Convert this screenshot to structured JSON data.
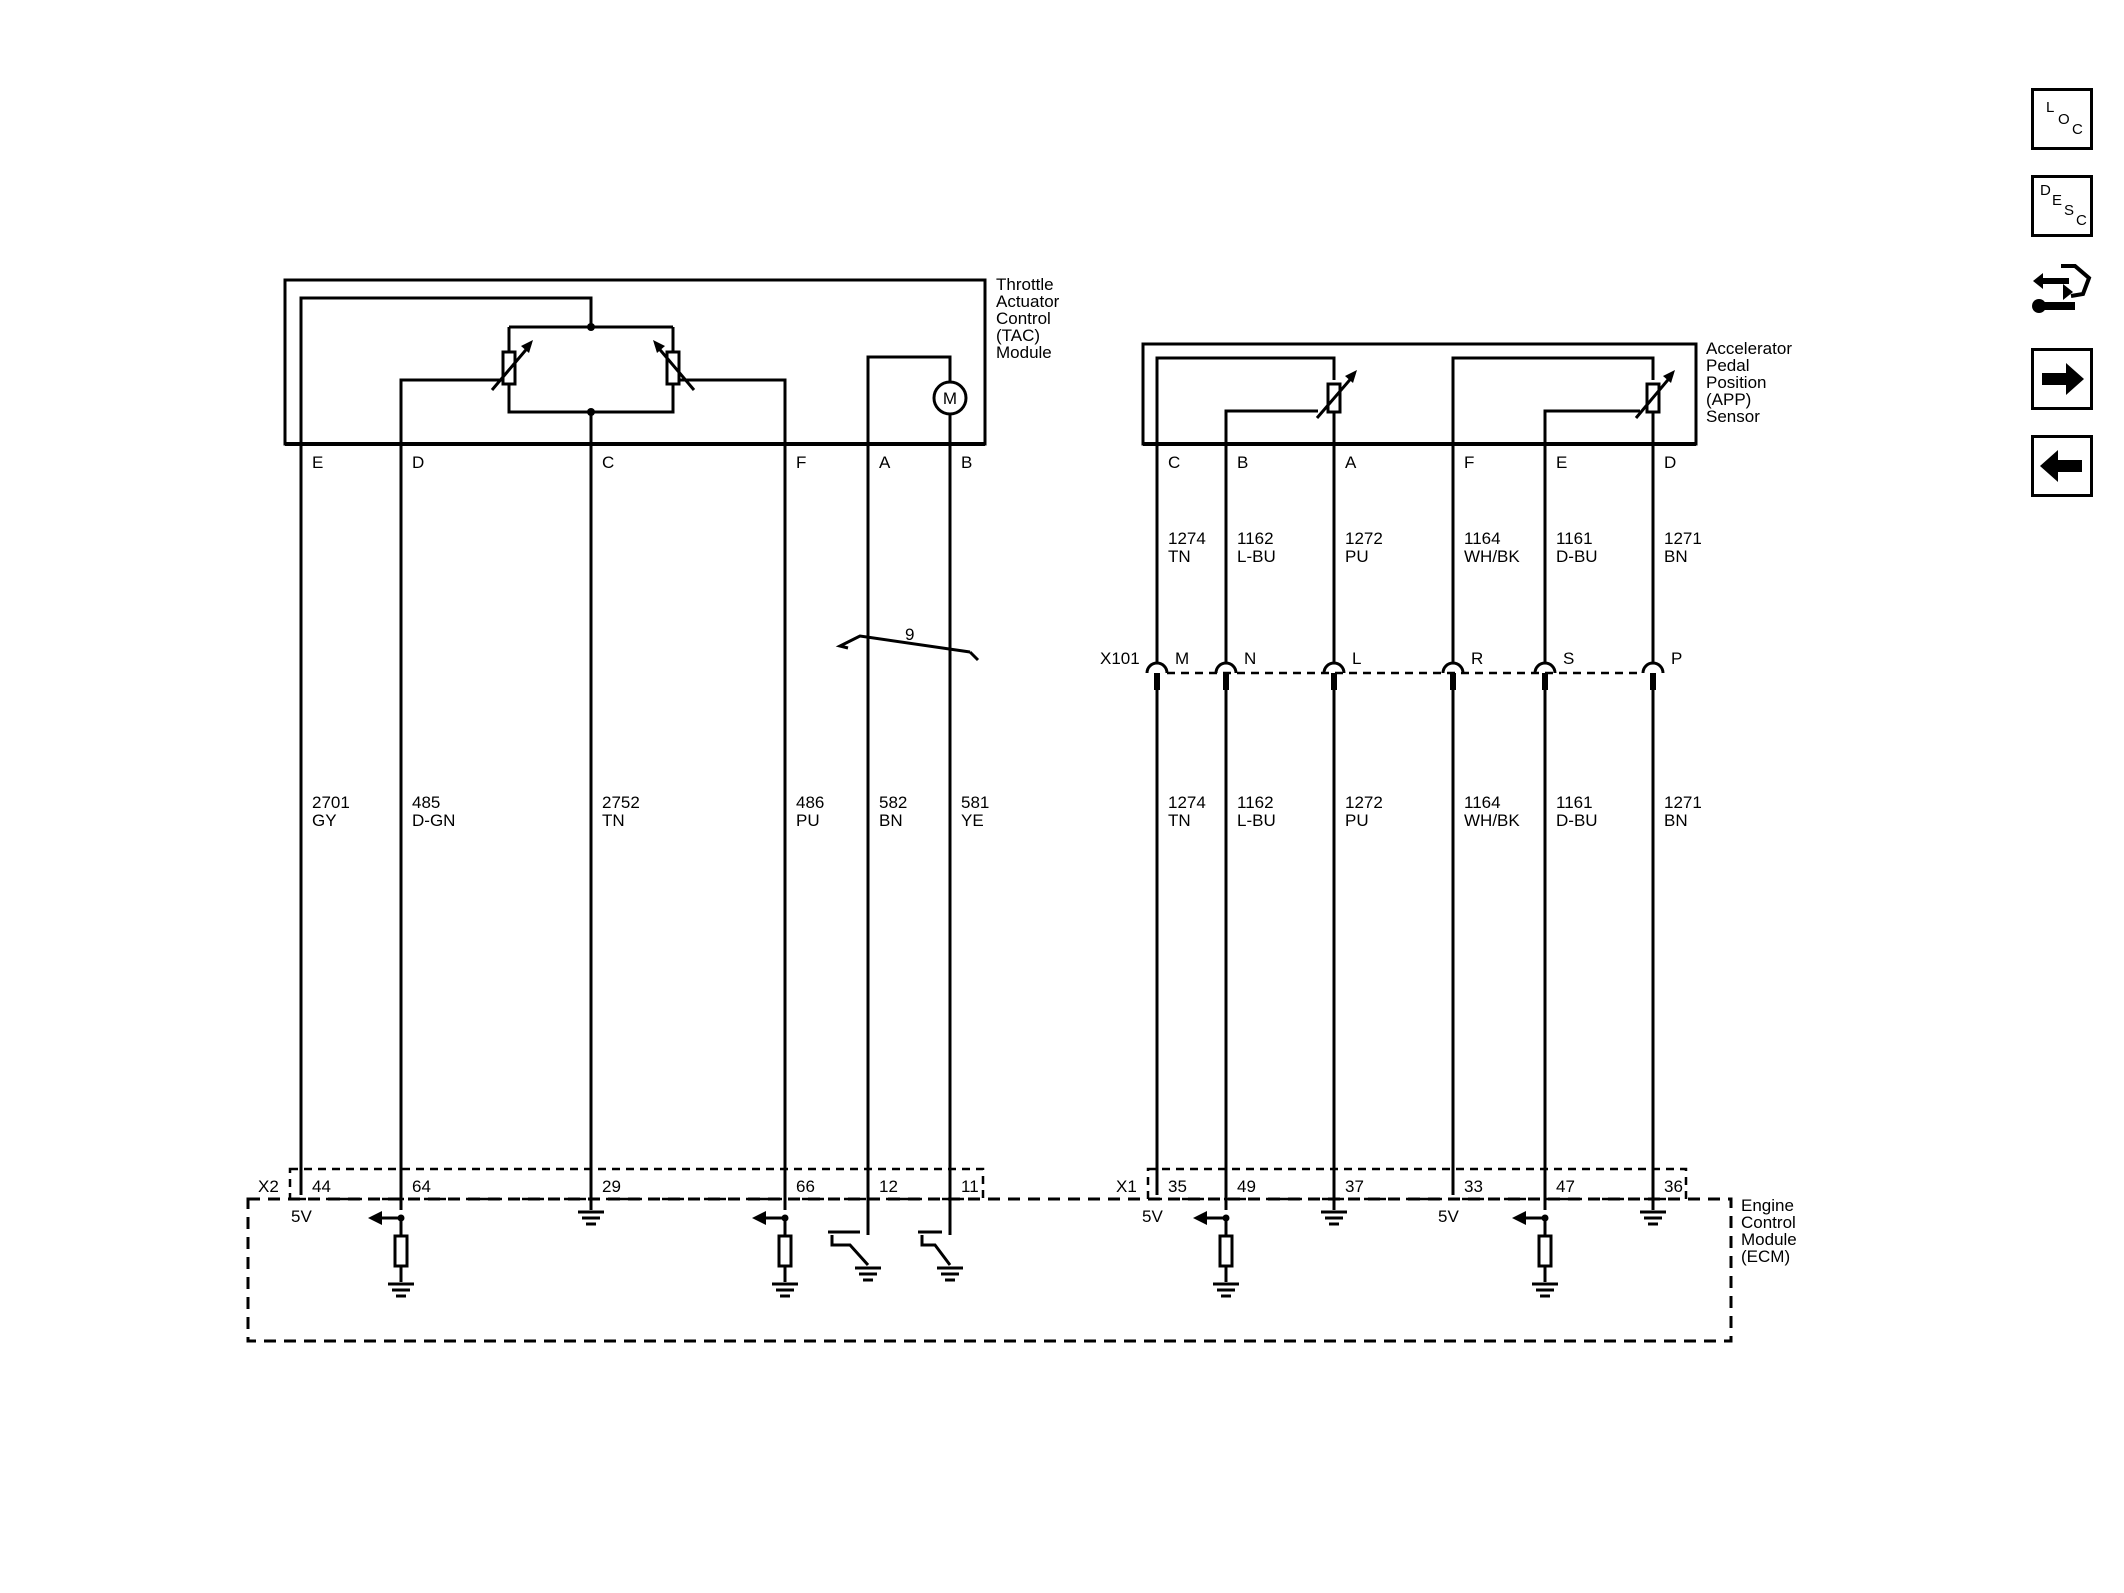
{
  "modules": {
    "tac": {
      "name": [
        "Throttle",
        "Actuator",
        "Control",
        "(TAC)",
        "Module"
      ],
      "motor": "M",
      "pins": [
        "E",
        "D",
        "C",
        "F",
        "A",
        "B"
      ]
    },
    "app": {
      "name": [
        "Accelerator",
        "Pedal",
        "Position",
        "(APP)",
        "Sensor"
      ],
      "pins": [
        "C",
        "B",
        "A",
        "F",
        "E",
        "D"
      ]
    },
    "ecm": {
      "name": [
        "Engine",
        "Control",
        "Module",
        "(ECM)"
      ],
      "ref_5v": "5V"
    }
  },
  "tac_wires": [
    {
      "circuit": "2701",
      "color": "GY",
      "ecm_pin": "44"
    },
    {
      "circuit": "485",
      "color": "D-GN",
      "ecm_pin": "64"
    },
    {
      "circuit": "2752",
      "color": "TN",
      "ecm_pin": "29"
    },
    {
      "circuit": "486",
      "color": "PU",
      "ecm_pin": "66"
    },
    {
      "circuit": "582",
      "color": "BN",
      "ecm_pin": "12"
    },
    {
      "circuit": "581",
      "color": "YE",
      "ecm_pin": "11"
    }
  ],
  "app_wires": [
    {
      "circuit": "1274",
      "color": "TN",
      "inline_pin": "M",
      "ecm_pin": "35"
    },
    {
      "circuit": "1162",
      "color": "L-BU",
      "inline_pin": "N",
      "ecm_pin": "49"
    },
    {
      "circuit": "1272",
      "color": "PU",
      "inline_pin": "L",
      "ecm_pin": "37"
    },
    {
      "circuit": "1164",
      "color": "WH/BK",
      "inline_pin": "R",
      "ecm_pin": "33"
    },
    {
      "circuit": "1161",
      "color": "D-BU",
      "inline_pin": "S",
      "ecm_pin": "47"
    },
    {
      "circuit": "1271",
      "color": "BN",
      "inline_pin": "P",
      "ecm_pin": "36"
    }
  ],
  "connectors": {
    "x2": "X2",
    "x1": "X1",
    "x101": "X101",
    "twist": "9"
  },
  "nav": {
    "loc": [
      "L",
      "O",
      "C"
    ],
    "desc": [
      "D",
      "E",
      "S",
      "C"
    ]
  }
}
